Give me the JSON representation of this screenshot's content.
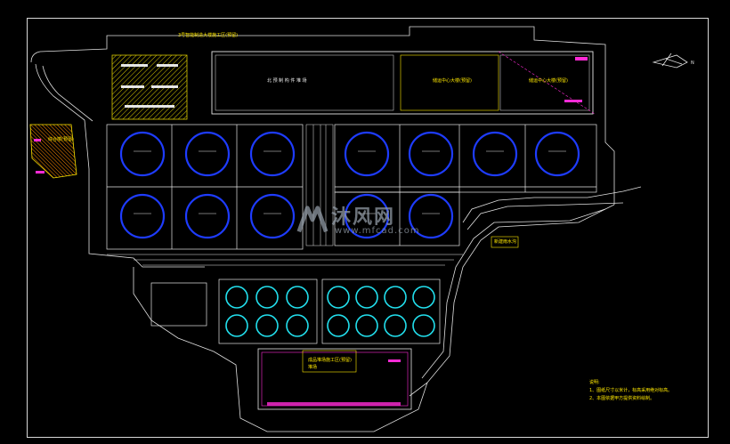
{
  "drawing": {
    "labels": {
      "top_zone": "3号智能制造大楼施工区(预留)",
      "main_hall": "北 预 制 构 件 堆 场",
      "hall_sub_1": "储运中心大楼(预留)",
      "hall_sub_2": "储运中心大楼(预留)",
      "left_zone": "综合楼(预留)",
      "right_label": "新建雨水沟",
      "bottom_zone": "成品堆场施工区(预留)",
      "bottom_zone_sub": "堆场"
    },
    "notes": {
      "title": "说明:",
      "line1": "1、图纸尺寸以米计，标高采用绝对标高。",
      "line2": "2、本图依据甲方提供资料绘制。"
    },
    "colors": {
      "background": "#000000",
      "lines": "#e6e6e6",
      "tanks": "#1e3cff",
      "small_tanks": "#22e0ee",
      "accent": "#ff2bd6",
      "hatch": "#d8c800",
      "text": "#ffe800"
    }
  },
  "watermark": {
    "title": "沐风网",
    "url": "www.mfcad.com"
  }
}
